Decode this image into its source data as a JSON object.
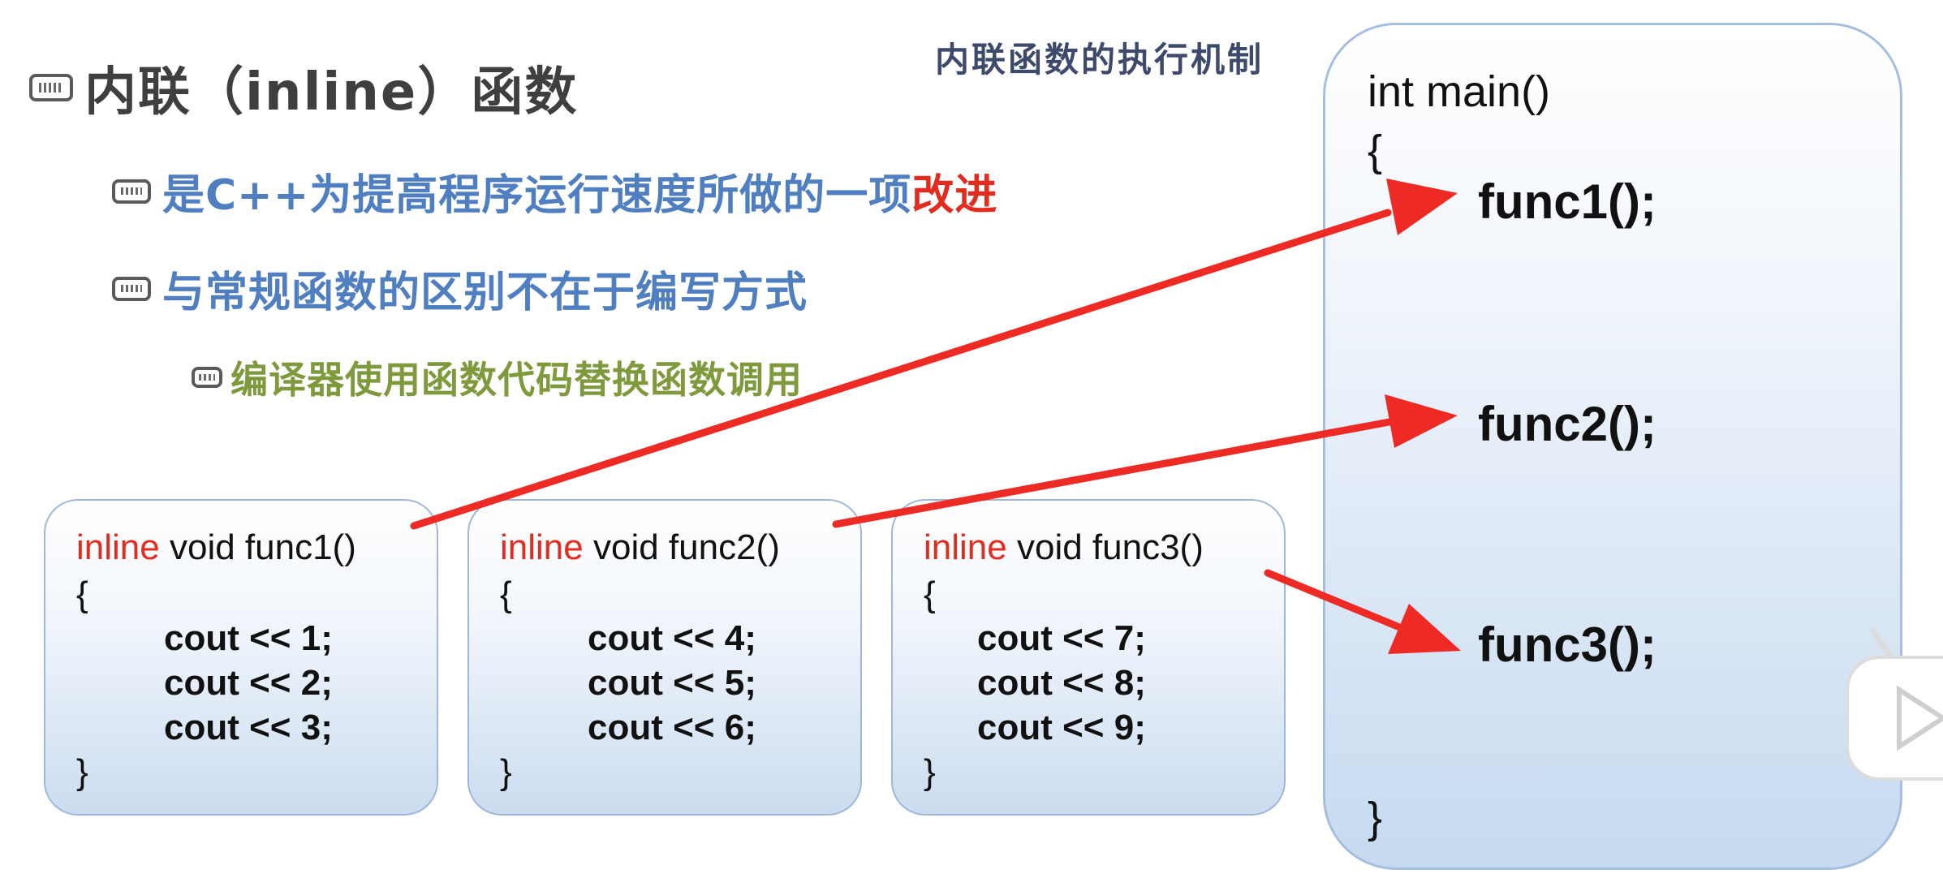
{
  "heading": {
    "main": "内联（inline）函数",
    "point1_prefix": "是C++为提高程序运行速度所做的一项",
    "point1_emphasis": "改进",
    "point2": "与常规函数的区别不在于编写方式",
    "subpoint": "编译器使用函数代码替换函数调用"
  },
  "caption": "内联函数的执行机制",
  "functions": [
    {
      "keyword": "inline",
      "signature": " void func1()",
      "open": "{",
      "lines": [
        "cout << 1;",
        "cout << 2;",
        "cout << 3;"
      ],
      "close": "}"
    },
    {
      "keyword": "inline",
      "signature": " void func2()",
      "open": "{",
      "lines": [
        "cout << 4;",
        "cout << 5;",
        "cout << 6;"
      ],
      "close": "}"
    },
    {
      "keyword": "inline",
      "signature": " void func3()",
      "open": "{",
      "lines": [
        "cout << 7;",
        "cout << 8;",
        "cout << 9;"
      ],
      "close": "}"
    }
  ],
  "main_code": {
    "signature": "int main()",
    "open": "{",
    "calls": [
      "func1();",
      "func2();",
      "func3();"
    ],
    "close": "}"
  },
  "colors": {
    "keyword": "#e42b1f",
    "arrow": "#ee2a24",
    "level2_text": "#4f7fc0",
    "level3_text": "#7f9a3c",
    "heading_text": "#3f3f3f"
  }
}
